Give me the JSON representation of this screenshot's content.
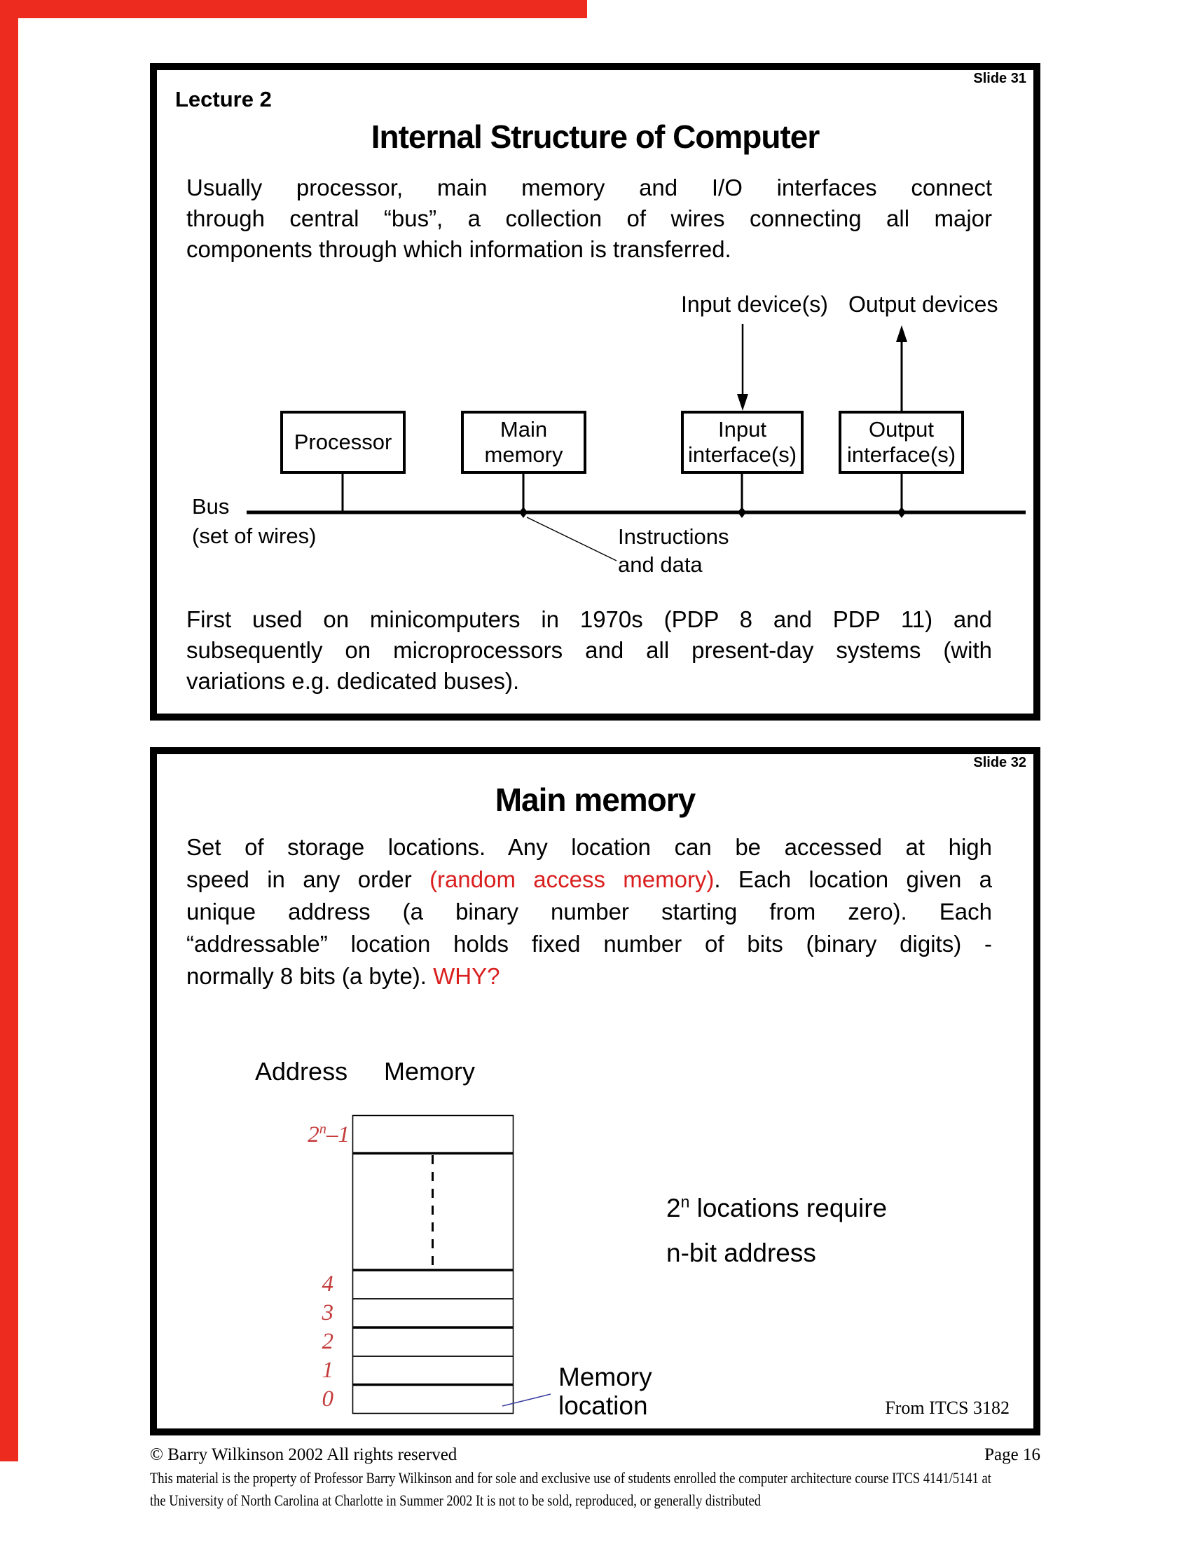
{
  "colors": {
    "edge_red": "#ee2b1f",
    "red_text": "#da1f1f",
    "red_label": "#c43b3b",
    "pointer_blue": "#3a3f9e"
  },
  "slide31": {
    "slide_no": "Slide 31",
    "lecture": "Lecture 2",
    "title": "Internal Structure of Computer",
    "intro_lines": [
      "Usually processor, main memory and I/O interfaces connect",
      "through central “bus”, a collection of wires connecting all major",
      "components through which information is transferred."
    ],
    "diagram": {
      "input_devices_label": "Input device(s)",
      "output_devices_label": "Output devices",
      "boxes": [
        [
          "Processor"
        ],
        [
          "Main",
          "memory"
        ],
        [
          "Input",
          "interface(s)"
        ],
        [
          "Output",
          "interface(s)"
        ]
      ],
      "bus_label": [
        "Bus",
        "(set of wires)"
      ],
      "bus_note": [
        "Instructions",
        "and data"
      ]
    },
    "outro_lines": [
      "First used on minicomputers in 1970s (PDP 8 and PDP 11) and",
      "subsequently on microprocessors and all present-day systems (with",
      "variations e.g. dedicated buses)."
    ]
  },
  "slide32": {
    "slide_no": "Slide 32",
    "title": "Main memory",
    "para_lines": [
      [
        {
          "t": "Set of storage locations. Any location can be accessed at high"
        }
      ],
      [
        {
          "t": "speed in any order "
        },
        {
          "t": "(random access memory)",
          "red": true
        },
        {
          "t": ". Each location given a"
        }
      ],
      [
        {
          "t": "unique address (a binary number starting from zero). Each"
        }
      ],
      [
        {
          "t": "“addressable” location holds fixed number of bits (binary digits) -"
        }
      ],
      [
        {
          "t": "normally 8 bits (a byte). "
        },
        {
          "t": "WHY?",
          "red": true
        }
      ]
    ],
    "address_header": "Address",
    "memory_header": "Memory",
    "memory": {
      "top_label": [
        {
          "t": "2"
        },
        {
          "t": "n",
          "sup": true
        },
        {
          "t": "–1"
        }
      ],
      "row_labels": [
        "4",
        "3",
        "2",
        "1",
        "0"
      ]
    },
    "note_lines": [
      [
        {
          "t": "2"
        },
        {
          "t": "n",
          "sup": true
        },
        {
          "t": " locations require"
        }
      ],
      [
        {
          "t": "n-bit address"
        }
      ]
    ],
    "memory_location_label": [
      "Memory",
      "location"
    ],
    "source": "From ITCS 3182"
  },
  "footer": {
    "copyright": "© Barry Wilkinson  2002   All rights reserved",
    "page": "Page 16",
    "line2": "This material is the property of Professor Barry Wilkinson and for sole and exclusive use of students enrolled the computer architecture course ITCS 4141/5141 at",
    "line3": "the University of North Carolina at Charlotte in Summer 2002  It is not to be sold, reproduced, or generally distributed"
  }
}
